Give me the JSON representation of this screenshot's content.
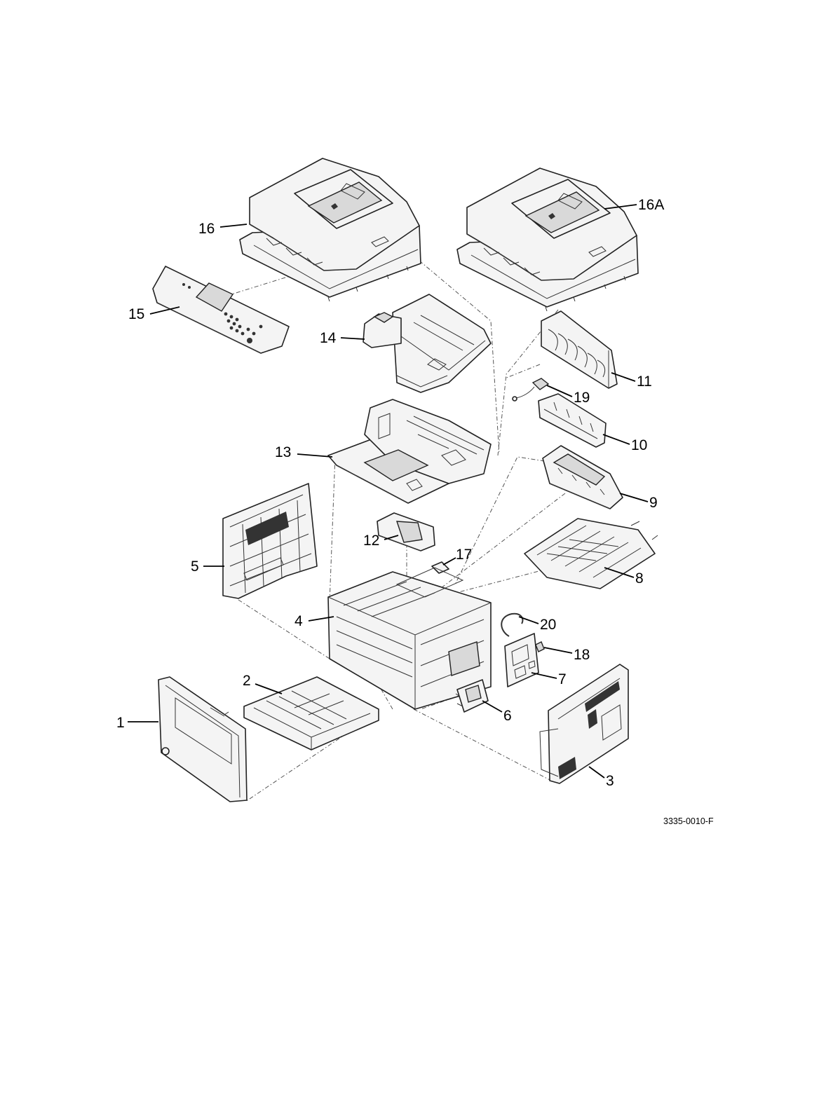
{
  "callouts": {
    "c1": "1",
    "c2": "2",
    "c3": "3",
    "c4": "4",
    "c5": "5",
    "c6": "6",
    "c7": "7",
    "c8": "8",
    "c9": "9",
    "c10": "10",
    "c11": "11",
    "c12": "12",
    "c13": "13",
    "c14": "14",
    "c15": "15",
    "c16": "16",
    "c16a": "16A",
    "c17": "17",
    "c18": "18",
    "c19": "19",
    "c20": "20"
  },
  "figure_id": "3335-0010-F"
}
